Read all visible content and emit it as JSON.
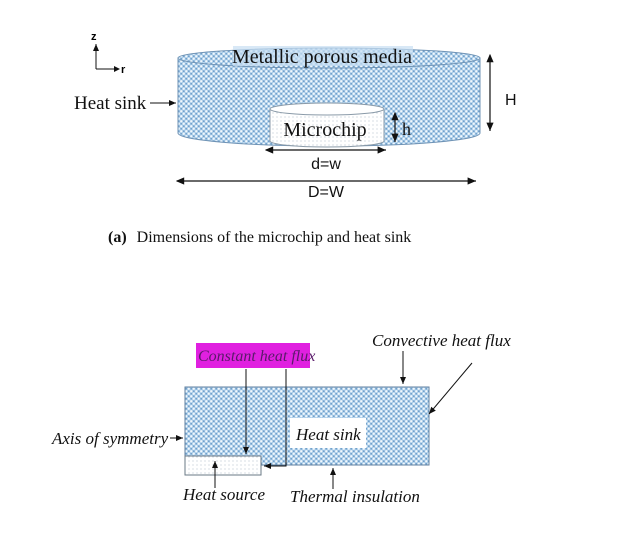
{
  "panel_a": {
    "axis_z": "z",
    "axis_r": "r",
    "top_label": "Metallic porous media",
    "heat_sink_label": "Heat sink",
    "microchip_label": "Microchip",
    "h_label": "h",
    "H_label": "H",
    "d_label": "d=w",
    "D_label": "D=W",
    "caption_tag": "(a)",
    "caption_text": "Dimensions of the microchip and heat sink"
  },
  "panel_b": {
    "constant_heat_flux": "Constant heat flux",
    "convective_heat_flux": "Convective heat flux",
    "axis_of_symmetry": "Axis of symmetry",
    "heat_sink_label": "Heat sink",
    "heat_source": "Heat source",
    "thermal_insulation": "Thermal insulation"
  },
  "colors": {
    "porous_fill": "#9cc3e6",
    "porous_dot": "#4d7fb0",
    "highlight": "#e020e0",
    "text": "#111111"
  }
}
